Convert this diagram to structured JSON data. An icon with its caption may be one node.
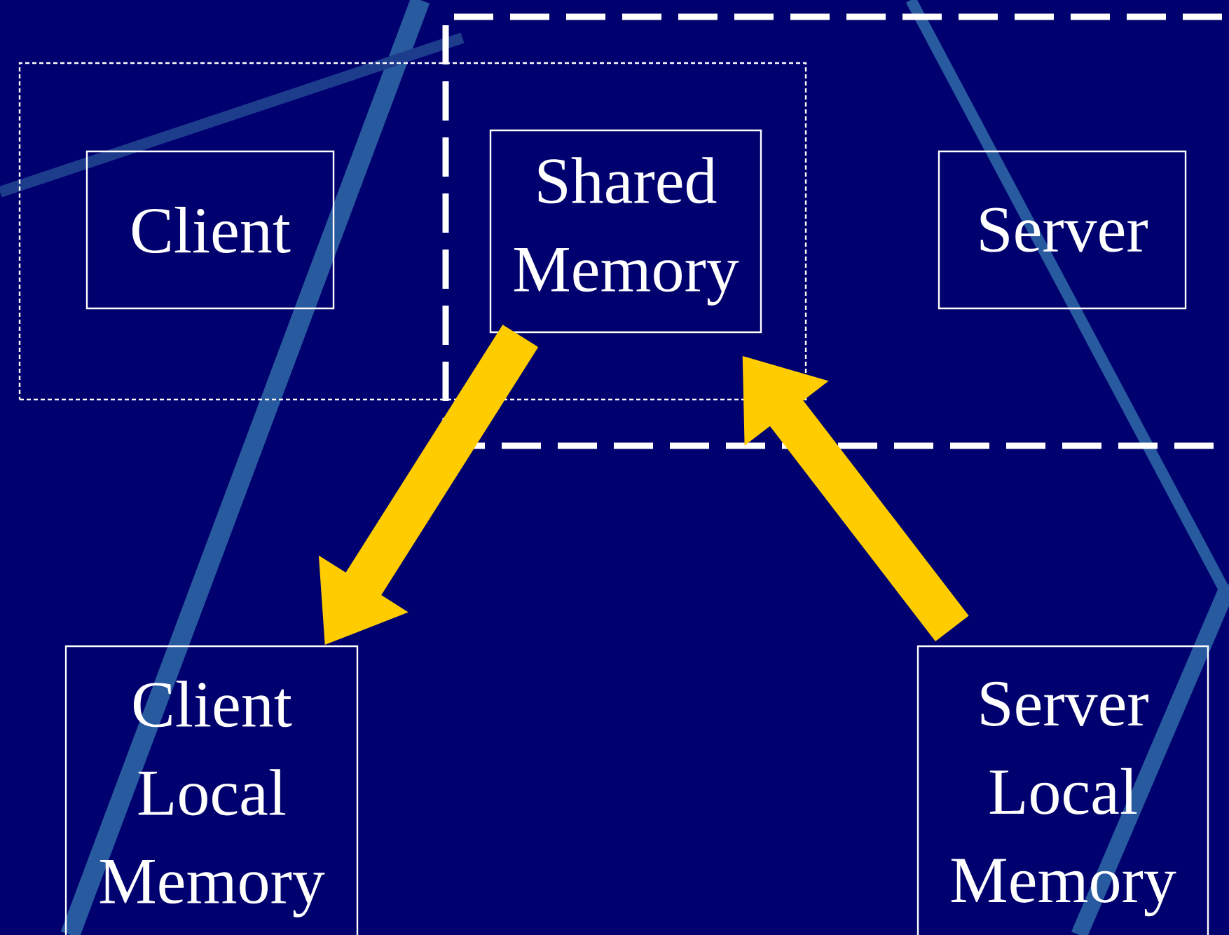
{
  "diagram": {
    "nodes": [
      {
        "text": [],
        "shape": "box"
      },
      {
        "text": [],
        "shape": "box"
      },
      {
        "text": [
          "Client"
        ],
        "in": 0
      },
      {
        "text": [
          "Shared Memory"
        ]
      },
      {
        "text": [
          "Server"
        ],
        "in": 1
      },
      {
        "text": [
          "Client Local Memory"
        ]
      },
      {
        "text": [
          "Server Local Memory"
        ]
      }
    ],
    "edges": [
      {
        "from": 3,
        "to": 5,
        "arrow": "to"
      },
      {
        "from": 6,
        "to": 3,
        "arrow": "to"
      }
    ]
  }
}
